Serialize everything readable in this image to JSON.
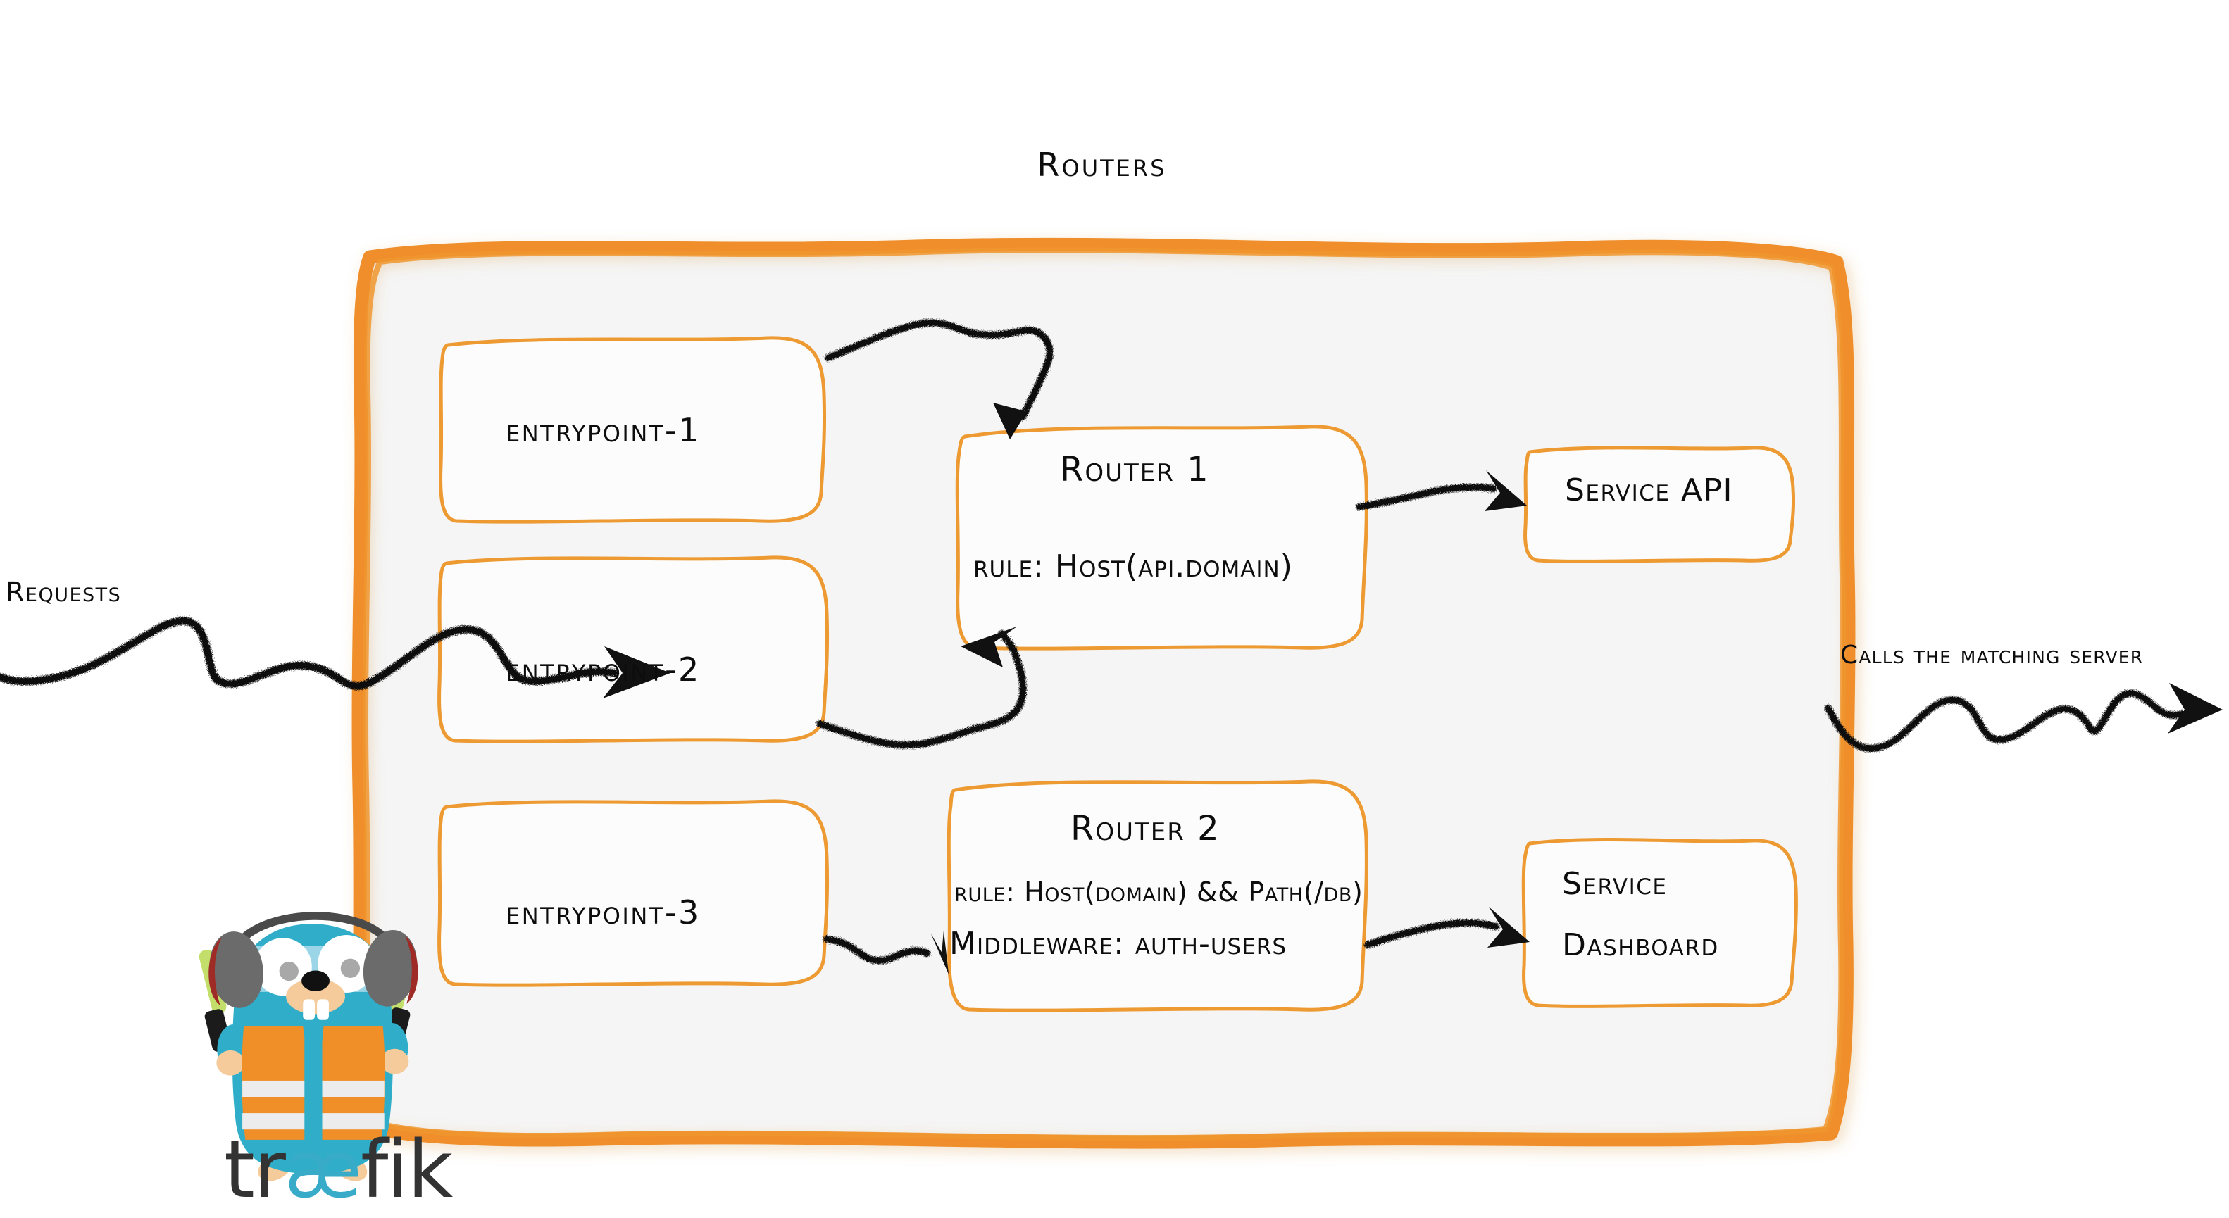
{
  "diagram": {
    "title": "Routers",
    "domain": "traefik-routers-architecture"
  },
  "colors": {
    "orange": "#EF8E2A",
    "orange_box_border": "#ED9A33",
    "container_fill": "#F5F5F5",
    "ink": "#0D0D0D",
    "gopher_cyan": "#37ABC8",
    "gopher_vest": "#F08E27",
    "wordmark_dark": "#333333",
    "wand_green": "#C3DE6A"
  },
  "labels": {
    "requests": "Requests",
    "calls_matching_server": "Calls the matching server"
  },
  "entrypoints": [
    {
      "id": "entrypoint-1",
      "label": "entrypoint-1"
    },
    {
      "id": "entrypoint-2",
      "label": "entrypoint-2"
    },
    {
      "id": "entrypoint-3",
      "label": "entrypoint-3"
    }
  ],
  "routers": [
    {
      "id": "router-1",
      "title": "Router 1",
      "rule": "rule: Host(api.domain)"
    },
    {
      "id": "router-2",
      "title": "Router 2",
      "rule": "rule: Host(domain) && Path(/db)",
      "middleware": "Middleware: auth-users"
    }
  ],
  "services": [
    {
      "id": "service-api",
      "label": "Service API"
    },
    {
      "id": "service-dashboard",
      "line1": "Service",
      "line2": "Dashboard"
    }
  ],
  "logo": {
    "wordmark_prefix": "tr",
    "wordmark_ligature": "æ",
    "wordmark_suffix": "fik",
    "mascot": "traefik-gopher"
  },
  "flows": [
    {
      "from": "requests",
      "to": "container",
      "style": "wavy-arrow"
    },
    {
      "from": "entrypoint-1",
      "to": "router-1",
      "style": "sketchy-arrow"
    },
    {
      "from": "entrypoint-2",
      "to": "router-1",
      "style": "sketchy-arrow"
    },
    {
      "from": "entrypoint-3",
      "to": "router-2",
      "style": "sketchy-arrow"
    },
    {
      "from": "router-1",
      "to": "service-api",
      "style": "sketchy-arrow"
    },
    {
      "from": "router-2",
      "to": "service-dashboard",
      "style": "sketchy-arrow"
    },
    {
      "from": "container",
      "to": "calls-matching-server",
      "style": "wavy-arrow"
    }
  ]
}
